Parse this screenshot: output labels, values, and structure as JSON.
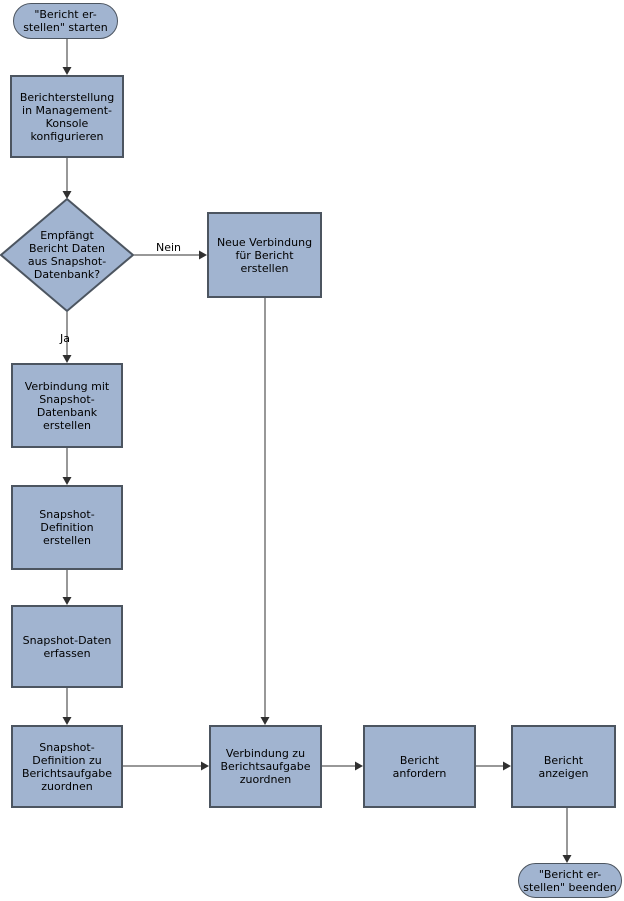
{
  "nodes": {
    "start": {
      "type": "terminator",
      "label": "\"Bericht er-\nstellen\" starten"
    },
    "configure": {
      "type": "process",
      "label": "Berichterstellung\nin Management-\nKonsole\nkonfigurieren"
    },
    "decision": {
      "type": "decision",
      "label": "Empfängt\nBericht Daten\naus Snapshot-\nDatenbank?"
    },
    "new_connection": {
      "type": "process",
      "label": "Neue Verbindung\nfür Bericht\nerstellen"
    },
    "create_connection": {
      "type": "process",
      "label": "Verbindung mit\nSnapshot-\nDatenbank\nerstellen"
    },
    "snapshot_definition": {
      "type": "process",
      "label": "Snapshot-\nDefinition\nerstellen"
    },
    "capture_data": {
      "type": "process",
      "label": "Snapshot-Daten\nerfassen"
    },
    "assign_definition": {
      "type": "process",
      "label": "Snapshot-\nDefinition zu\nBerichtsaufgabe\nzuordnen"
    },
    "assign_connection": {
      "type": "process",
      "label": "Verbindung zu\nBerichtsaufgabe\nzuordnen"
    },
    "request_report": {
      "type": "process",
      "label": "Bericht\nanfordern"
    },
    "show_report": {
      "type": "process",
      "label": "Bericht\nanzeigen"
    },
    "end": {
      "type": "terminator",
      "label": "\"Bericht er-\nstellen\" beenden"
    }
  },
  "edge_labels": {
    "no": "Nein",
    "yes": "Ja"
  },
  "colors": {
    "node_fill": "#a1b4d0",
    "node_border": "#4c5560",
    "line": "#303030",
    "text": "#000000",
    "canvas": "#ffffff"
  }
}
